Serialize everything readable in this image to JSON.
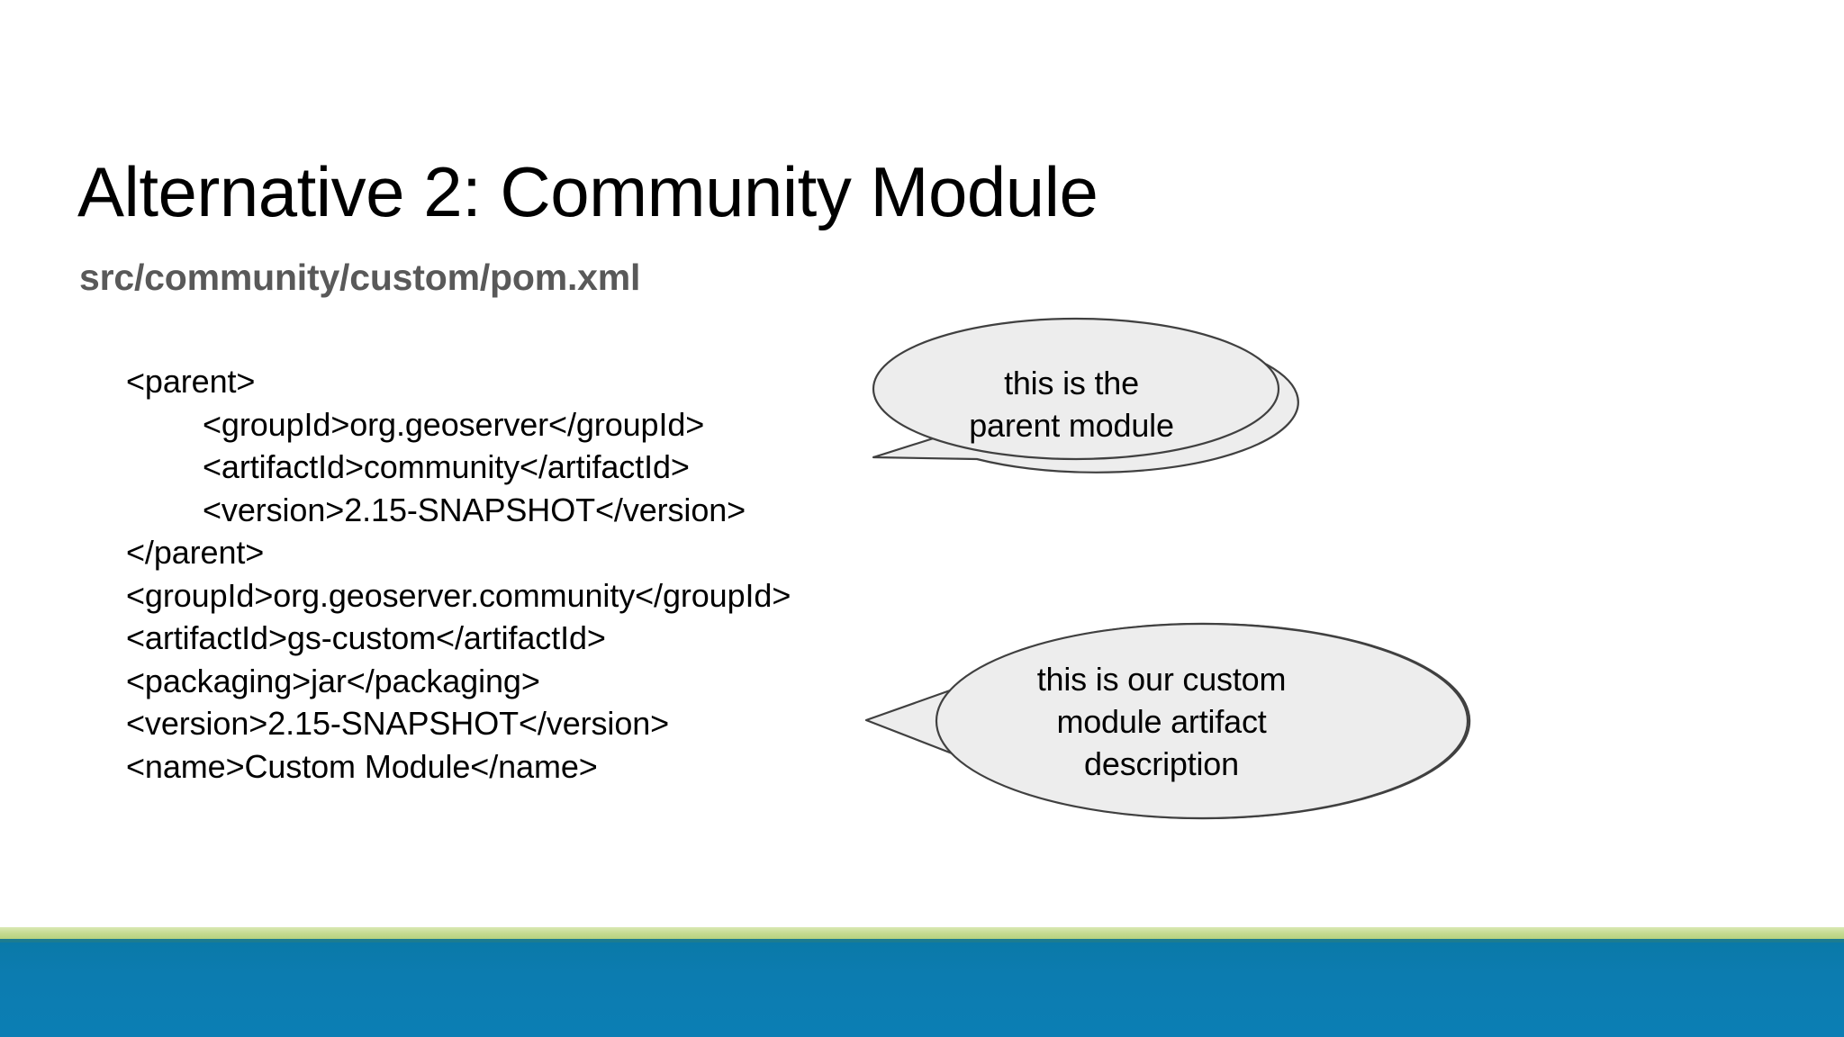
{
  "slide": {
    "title": "Alternative 2: Community Module",
    "subtitle": "src/community/custom/pom.xml",
    "code_lines": [
      {
        "text": "<parent>",
        "indent": 0
      },
      {
        "text": "<groupId>org.geoserver</groupId>",
        "indent": 1
      },
      {
        "text": "<artifactId>community</artifactId>",
        "indent": 1
      },
      {
        "text": "<version>2.15-SNAPSHOT</version>",
        "indent": 1
      },
      {
        "text": "</parent>",
        "indent": 0
      },
      {
        "text": "<groupId>org.geoserver.community</groupId>",
        "indent": 0
      },
      {
        "text": "<artifactId>gs-custom</artifactId>",
        "indent": 0
      },
      {
        "text": "<packaging>jar</packaging>",
        "indent": 0
      },
      {
        "text": "<version>2.15-SNAPSHOT</version>",
        "indent": 0
      },
      {
        "text": "<name>Custom Module</name>",
        "indent": 0
      }
    ],
    "callouts": [
      {
        "id": "parent",
        "line1": "this is the",
        "line2": "parent module",
        "line3": "",
        "fill": "#ededed",
        "stroke": "#404040"
      },
      {
        "id": "custom",
        "line1": "this is our custom",
        "line2": "module artifact",
        "line3": "description",
        "fill": "#ededed",
        "stroke": "#404040"
      }
    ],
    "footer": {
      "green": "#c4da8f",
      "divider": "#1c7c90",
      "blue": "#0c7cb0"
    }
  }
}
